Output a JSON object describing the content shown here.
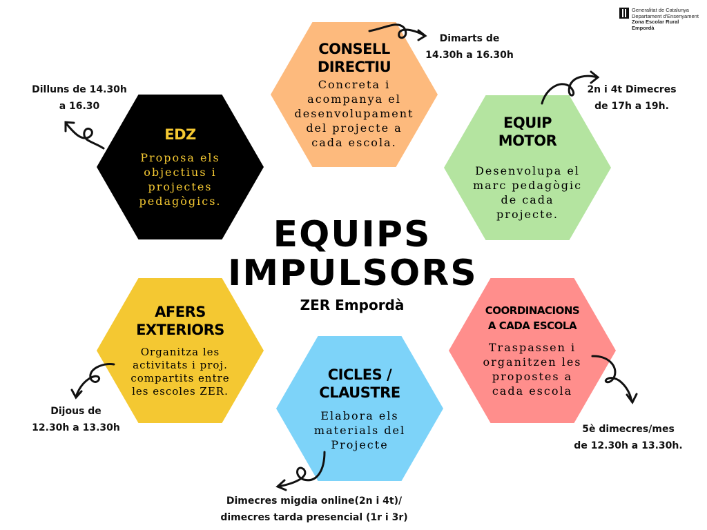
{
  "logo": {
    "line1": "Generalitat de Catalunya",
    "line2": "Departament d'Ensenyament",
    "line3": "Zona Escolar Rural",
    "line4": "Empordà"
  },
  "title": "EQUIPS\nIMPULSORS",
  "subtitle": "ZER Empordà",
  "hexagons": [
    {
      "title": "CONSELL\nDIRECTIU",
      "text": "Concreta i\nacompanya el\ndesenvolupament\ndel projecte a\ncada escola.",
      "schedule": "Dimarts de\n14.30h a 16.30h",
      "color": "#FDBA7D"
    },
    {
      "title": "EDZ",
      "text": "Proposa els\nobjectius i\nprojectes\npedagògics.",
      "schedule": "Dilluns de 14.30h\na 16.30",
      "color": "#000000"
    },
    {
      "title": "EQUIP\nMOTOR",
      "text": "Desenvolupa el\nmarc pedagògic\nde cada\nprojecte.",
      "schedule": "2n i 4t Dimecres\nde 17h a 19h.",
      "color": "#B4E4A0"
    },
    {
      "title": "AFERS\nEXTERIORS",
      "text": "Organitza les\nactivitats i proj.\ncompartits entre\nles escoles ZER.",
      "schedule": "Dijous de\n12.30h a 13.30h",
      "color": "#F4C832"
    },
    {
      "title": "COORDINACIONS\nA CADA ESCOLA",
      "text": "Traspassen i\norganitzen les\npropostes a\ncada escola",
      "schedule": "5è dimecres/mes\nde 12.30h a 13.30h.",
      "color": "#FF8E8C"
    },
    {
      "title": "CICLES /\nCLAUSTRE",
      "text": "Elabora els\nmaterials del\nProjecte",
      "schedule": "Dimecres migdia online(2n i 4t)/\ndimecres tarda presencial (1r i 3r)",
      "color": "#7DD3F9"
    }
  ]
}
